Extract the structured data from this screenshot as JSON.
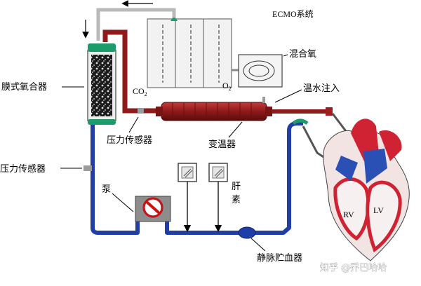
{
  "title": "ECMO系统",
  "labels": {
    "oxygenator": "膜式氧合器",
    "pressure_sensor_top": "压力传感器",
    "pressure_sensor_left": "压力传感器",
    "co2": "CO",
    "co2_sub": "2",
    "o2": "O",
    "o2_sub": "2",
    "blended_oxygen": "混合氧",
    "warm_water": "温水注入",
    "heat_exchanger": "变温器",
    "pump": "泵",
    "heparin_1": "肝",
    "heparin_2": "素",
    "venous_reservoir": "静脉贮血器",
    "rv": "RV",
    "lv": "LV"
  },
  "watermark": "知乎 @乔巴哈哈",
  "colors": {
    "venous_tube": "#1f3ea8",
    "arterial_tube": "#8e1a1a",
    "connector": "#1c9c6a",
    "heart_red": "#cf2233",
    "heart_blue": "#2a4fb5"
  }
}
